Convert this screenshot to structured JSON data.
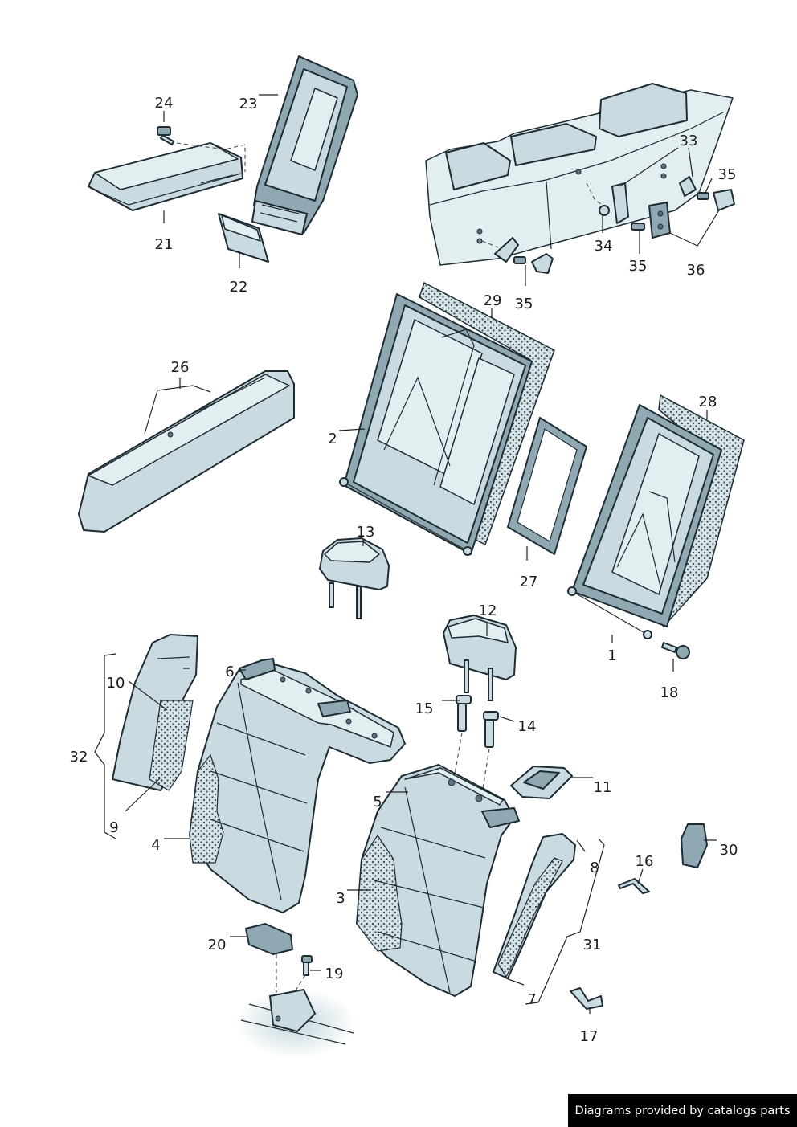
{
  "diagram": {
    "callouts": [
      {
        "id": "c1",
        "label": "1"
      },
      {
        "id": "c2",
        "label": "2"
      },
      {
        "id": "c3",
        "label": "3"
      },
      {
        "id": "c4",
        "label": "4"
      },
      {
        "id": "c5",
        "label": "5"
      },
      {
        "id": "c6",
        "label": "6"
      },
      {
        "id": "c7",
        "label": "7"
      },
      {
        "id": "c8",
        "label": "8"
      },
      {
        "id": "c9",
        "label": "9"
      },
      {
        "id": "c10",
        "label": "10"
      },
      {
        "id": "c11",
        "label": "11"
      },
      {
        "id": "c12",
        "label": "12"
      },
      {
        "id": "c13",
        "label": "13"
      },
      {
        "id": "c14",
        "label": "14"
      },
      {
        "id": "c15",
        "label": "15"
      },
      {
        "id": "c16",
        "label": "16"
      },
      {
        "id": "c17",
        "label": "17"
      },
      {
        "id": "c18",
        "label": "18"
      },
      {
        "id": "c19",
        "label": "19"
      },
      {
        "id": "c20",
        "label": "20"
      },
      {
        "id": "c21",
        "label": "21"
      },
      {
        "id": "c22",
        "label": "22"
      },
      {
        "id": "c23",
        "label": "23"
      },
      {
        "id": "c24",
        "label": "24"
      },
      {
        "id": "c26",
        "label": "26"
      },
      {
        "id": "c27",
        "label": "27"
      },
      {
        "id": "c28",
        "label": "28"
      },
      {
        "id": "c29",
        "label": "29"
      },
      {
        "id": "c30",
        "label": "30"
      },
      {
        "id": "c31",
        "label": "31"
      },
      {
        "id": "c32",
        "label": "32"
      },
      {
        "id": "c33",
        "label": "33"
      },
      {
        "id": "c34",
        "label": "34"
      },
      {
        "id": "c35a",
        "label": "35"
      },
      {
        "id": "c35b",
        "label": "35"
      },
      {
        "id": "c35c",
        "label": "35"
      },
      {
        "id": "c36",
        "label": "36"
      }
    ]
  },
  "footer": {
    "text": "Diagrams provided by catalogs parts"
  },
  "colors": {
    "part_fill": "#c9dbe0",
    "part_dark": "#8fa8b2",
    "outline": "#1d2b33",
    "background": "#ffffff",
    "footer_bg": "#000000",
    "footer_text": "#ffffff"
  }
}
